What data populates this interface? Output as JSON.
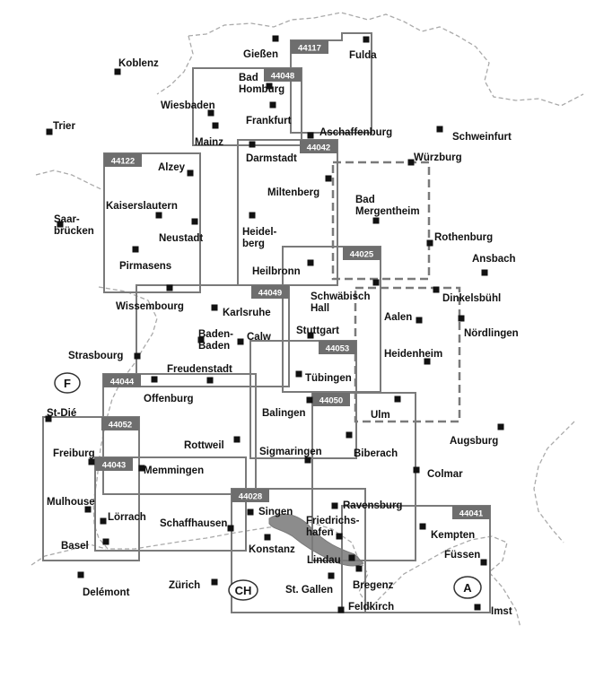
{
  "map": {
    "colors": {
      "sheet_frame": "#7a7a7a",
      "label_tab": "#6e6e6e",
      "dashed_area": "#7a7a7a",
      "border": "#aaaaaa",
      "lake": "#8c8c8c",
      "marker": "#111111"
    },
    "map_sheets": [
      "44117",
      "44048",
      "44042",
      "44122",
      "44025",
      "44049",
      "44053",
      "44044",
      "44050",
      "44052",
      "44043",
      "44028",
      "44041"
    ],
    "country_labels": [
      "F",
      "CH",
      "A"
    ],
    "cities": [
      "Koblenz",
      "Gießen",
      "Fulda",
      "Bad Homburg",
      "Wiesbaden",
      "Frankfurt",
      "Mainz",
      "Aschaffenburg",
      "Trier",
      "Schweinfurt",
      "Darmstadt",
      "Würzburg",
      "Alzey",
      "Miltenberg",
      "Bad Mergentheim",
      "Kaiserslautern",
      "Saar-brücken",
      "Neustadt",
      "Heidel-berg",
      "Rothenburg",
      "Ansbach",
      "Pirmasens",
      "Heilbronn",
      "Dinkelsbühl",
      "Schwäbisch Hall",
      "Wissembourg",
      "Karlsruhe",
      "Aalen",
      "Nördlingen",
      "Baden-Baden",
      "Calw",
      "Stuttgart",
      "Strasbourg",
      "Heidenheim",
      "Freudenstadt",
      "Tübingen",
      "Offenburg",
      "Balingen",
      "Ulm",
      "St-Dié",
      "Augsburg",
      "Rottweil",
      "Sigmaringen",
      "Biberach",
      "Colmar",
      "Freiburg",
      "Memmingen",
      "Mulhouse",
      "Singen",
      "Ravensburg",
      "Lörrach",
      "Schaffhausen",
      "Friedrichs-hafen",
      "Kempten",
      "Basel",
      "Konstanz",
      "Füssen",
      "Lindau",
      "Zürich",
      "St. Gallen",
      "Bregenz",
      "Delémont",
      "Feldkirch",
      "Imst"
    ]
  }
}
